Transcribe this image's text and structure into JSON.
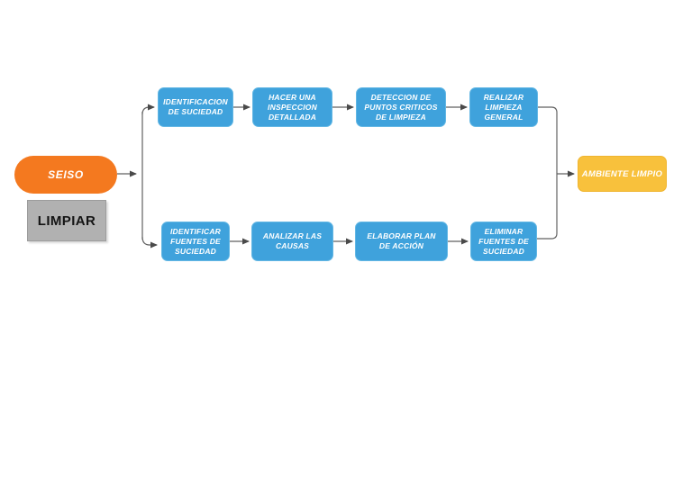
{
  "diagram": {
    "title": "Proceso SEISO (Limpiar) - diagrama de flujo",
    "colors": {
      "process_blue": "#3FA2DC",
      "start_orange": "#F4791F",
      "result_yellow": "#F8C13C",
      "label_gray": "#B1B1B1",
      "connector_gray": "#616161",
      "arrowhead": "#4A4A4A",
      "text_light": "#FFFFFF",
      "text_dark": "#141414"
    },
    "nodes": {
      "start": {
        "label": "SEISO"
      },
      "start_caption": {
        "label": "LIMPIAR"
      },
      "top_row": [
        {
          "label": "IDENTIFICACION\nDE SUCIEDAD"
        },
        {
          "label": "HACER UNA\nINSPECCION\nDETALLADA"
        },
        {
          "label": "DETECCION DE\nPUNTOS CRITICOS\nDE LIMPIEZA"
        },
        {
          "label": "REALIZAR\nLIMPIEZA\nGENERAL"
        }
      ],
      "bottom_row": [
        {
          "label": "IDENTIFICAR\nFUENTES DE\nSUCIEDAD"
        },
        {
          "label": "ANALIZAR LAS\nCAUSAS"
        },
        {
          "label": "ELABORAR PLAN\nDE ACCIÓN"
        },
        {
          "label": "ELIMINAR\nFUENTES DE\nSUCIEDAD"
        }
      ],
      "result": {
        "label": "AMBIENTE LIMPIO"
      }
    }
  }
}
